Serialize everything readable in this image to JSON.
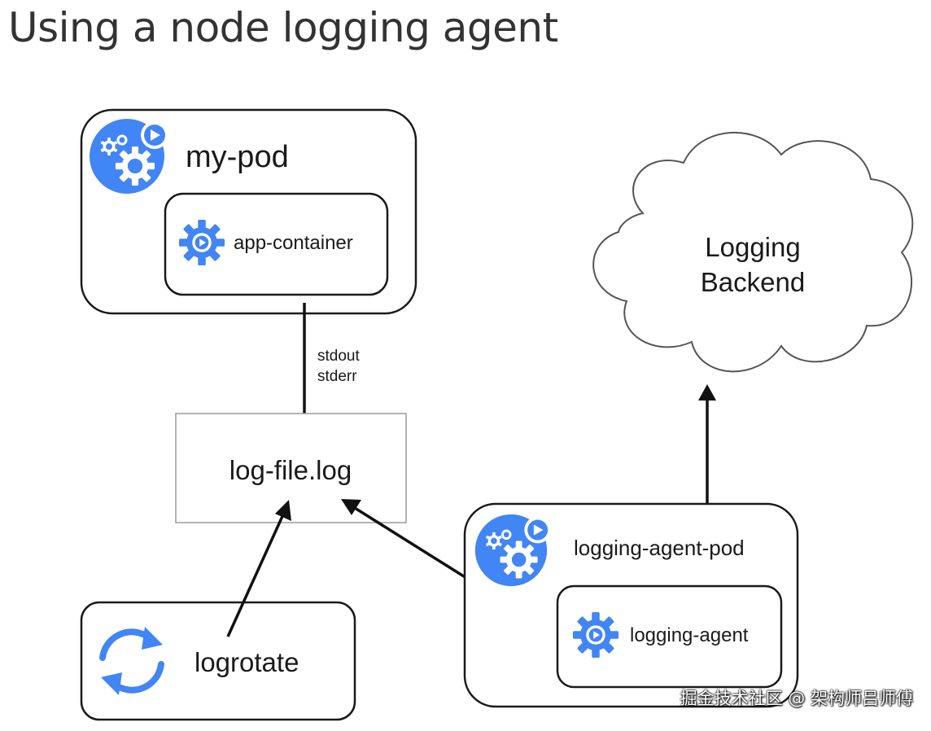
{
  "title": "Using a node logging agent",
  "nodes": {
    "my_pod": "my-pod",
    "app_container": "app-container",
    "log_file": "log-file.log",
    "logrotate": "logrotate",
    "logging_agent_pod": "logging-agent-pod",
    "logging_agent": "logging-agent",
    "backend_line1": "Logging",
    "backend_line2": "Backend"
  },
  "edges": {
    "stdout": "stdout",
    "stderr": "stderr"
  },
  "icons": {
    "pod": "pod-gears-icon",
    "container": "container-gear-icon",
    "rotate": "rotate-arrows-icon"
  },
  "colors": {
    "icon_blue": "#4285F4",
    "stroke": "#1a1a1a"
  },
  "watermark": "掘金技术社区 @ 架构师吕师傅"
}
